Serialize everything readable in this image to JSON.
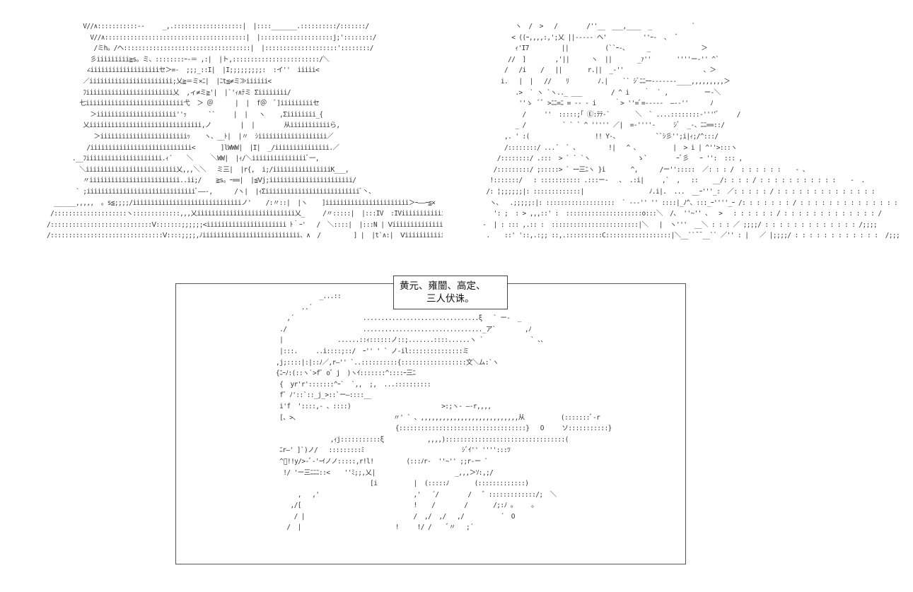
{
  "caption": {
    "line1": "黄元、雍闓、高定、",
    "line2": "三人伏诛。"
  },
  "art": {
    "left": "          V//∧:::::::::::--     _,.:::::::::::::::::::|  |::::_______.::::::::::/:::::::/\n            V//∧:::::::::::::::::::::::::::::::::::::::|  |::::::::::::::::::::j;'::::::::/\n             /ミh。/ヘ:::::::::::::::::::::::::::::::::::|  |::::::::::::::::::::'::::::::/\n            彡iiiiiiiii≧s。ミ、::::::::ｰ‐＝ ,:|  |ト,::::::::::::::::::::::::/＼\n           ∠iiiiiiiiiiiiiiiiiiiセ＞=‐  ;;;_::I|  |I;;;;;;;;;:  :イ''  iiiii<\n          ／iiiiiiiiiiiiiiiiiiiiiii;乂≧＝ミ×ﾆ|  |ﾆt≦≠ミ≫iiiiii<\n          ﾌiiiiiiiiiiiiiiiiiiiiiiii乂  ,ィ≠ミ≧'|  |`'ｨ∧ﾃミ Σiiiiiiii/\n         七iiiiiiiiiiiiiiiiiiiiiiiiiii弋  ＞ ＠      |  |  f＠  ﾞ]iiiiiiiiiセ\n            ＞iiiiiiiiiiiiiiiiiiiiii''ｯ      ``     |  |   ヽ    ,Σiiiiiiii_{\n          乂iiiiiiiiiiiiiiiiiiiiiiiiiiiiiii,ノ        |  |        从iiiiiiiiiiiら,\n             ＞iiiiiiiiiiiiiiiiiiiiiiiiｯ    ヽ、__ﾄ|  |〃  ｼiiiiiiiiiiiiiiiiiii／\n           /iiiiiiiiiiiiiiiiiiiiiiiiiiii<       ]lWWW|  |I|  _/iiiiiiiiiiiiiii.／\n       .__ﾌiiiiiiiiiiiiiiiiiiiii.ｨ´    ＼     ＼WW|  |ｨ/＼iiiiiiiiiiiiiiiﾞ一,\n         ＼iiiiiiiiiiiiiiiiiiiiiiiii乂,,,＼＼   ミ三|  |r{,  i;/iiiiiiiiiiiiiiiiK___,\n          〃iiiiiiiiiiiiiiiiiiiiiiiii..ii;/    ≧s。ｰ==|  |≦Ⅴj;iiiiiiiiiiiiiiiiiiiiiii/\n        ` ;iiiiiiiiiiiiiiiiiiiiiiiiiiiiiiﾞ――-,      /ヽ|  |ｨΣiiiiiiiiiiiiiiiiiiiiiiiiiiﾞ丶、\n  ______,,,,,  。s≦;;;;/iiiiiiiiiiiiiiiiiiiiiiiiiiiiiiノ'    /:〃::|  |ヽ    ]iiiiiiiiiiiiiiiiiiiiiii＞ｰ――ｰ≦×\n /::::::::::::::::::::ヽ:::::::::::::,,,乂iiiiiiiiiiiiiiiiiiiiiiiiiii乂_     /〃:::::|  |:::IV  :IViiiiiiiiiiiiiiiiiiiiiiiiii<:::;::::::::::::::∧\n/::::::::::::::::::::::::::::Ⅴ:::::::;;;;;;<iiiiiiiiiiiiiiiiiiiiii ﾄ｀ｰ'   /  ＼::::|  |:::N | Ⅴiiiiiiiiiiiiiiiiiiiiiiiiiiiii{::::,'::::::::::::::::∧\n/:::::::::::::::::::::::::::::::Ⅴ::::;;;;,ﾉiiiiiiiiiiiiiiiiiiiiiiiiiii、∧  /         ] |  |t`∧:|  Ⅴiiiiiiiiiiiiiiiiiii",
    "right": "           ヽ  /  >   /        /''__  ___,____  _           ` \n          < ((ｰ,,,,:,';乂 ||----- ヘ'          ''ｰ-  、  ﾞ\n           ｨ'I7         ||          (``ｰ-、     _              ＞\n         //  ]        ,'||      ヽ  ||       _ｧ''       ''''ー-'' ^` \n        /   /i    /   ||       r.||  _-''                      、＞\n       i.   |  |   //    ﾘ        ﾉ.|    `` ｼﾞﾆﾆｰｰ-------____,,,,,,,,,＞\n           .>  ` ヽ `ヽ.._ ___        / ^ i    ｀  ` ,          ー-＼\n            ''ゝ  ﾞﾞ >ﾆﾆ=ﾆ = -- - i     ｀> ''=ﾞ=-----  ―--''      ﾉ\n             /     ''  :::::;｢ Ⓔ:ﾃﾃ-`       ＼  ` ....::::::::-''''ﾞ     /\n           _ /          ` ` ` ^ ''''' ／|  =-''''-     ｼﾞ  _-、ﾆﾆ==::/\n        ,. ' :(                  !! Y-、          ``ｼ彡'';i|ｨ;/^:::/\n        /::::::::/ ...´  ` 、        !|   ^ ､          |  > i | ^''>:::ヽ\n      /::::::::/ .:::  > ` ` `ヽ             ゝ`        ｰﾞ彡   ｰ '':  ::: ,\n     /:::::::::/ ;:::::> ` ｰｰ三ﾆヽ }i       ^,      /ー'':::::  ／: : : /  : : : : : :    - 、\n    !:::::::/   : ::::::::::: .:::ー-   ､  .:i|     ,`  ,   ::    __/: : : : / : : : : : : : : : : :    -  .\n   /: ¦;;;;;;|: :::::::::::::|                  ﾉ.i|.  ...  __ｰ'''_:  ／: : : : : / : : : : : : : : : : : : : :\n    ヽ、  .;;;;;:|: :::::::::::::::::::  ` ---'' '' ::::|_ﾉ^、:::_ｰ''''_ｰ /: : : : : : : / : : : : : : : : : : : : : :\n     ': ;  : > ,,,::' :  :::::::::::::::::::::o:::＼  /、 ''~'' 、  >   : : : : : : / : : : : : : : : : : : : : /\n  -  | : ::: ,.:: :  ::::::::::::::::::::::::|＼   |  ヽ'''  __＼ : : : ／ ;;;;/ : : : : : : : : : : : : : /;;;;\n   .    ::' '::,.:;; ::,.::::::::::C::::::::::::::::::|＼__``¯¯__`` ／'' : |   ／ |;;;;/ : : : : : : : : : : : :  /;;;;",
    "bottom": "                                     _...::\n                                ..´\n                            ,´                   ................................ξ   ` ー-  _\n                          ./                     ................................._ア`        ,ﾉ\n                          |               ......::ｨ::::::ノ::;.......::::......ヽ `             ` 、、\n                          |:::.     ..i::::;::/  ｰ'' ' ` ノ-il:::::::::::::::ミ\n                         ,j;::::|:|::ﾉ／,r―'' `..::::::::::{::::::::::::::::::文＼ム:`ヽ\n                         {ﾆｰﾉ:(::ヽ`>f゜o゛j  )ヽｲ:::::::^::::ｰ三ﾆ\n                          {  yr'r':::::::^ｰ`  `,,  ;,  ...::::::::::\n                          f゛ﾉ'::`::_j_>::`ー―::::__\n                          i'f  '::::,- 、::::)                         >:;ヽ- ―-r,,,,\n                          [、>、                          〃' ` 、,,,,,,,,,,,,,,,,,,,,,,,,,,,从          (:::::::ﾞ-r\n                                                          {:::::::::::::::::::::::::::::::::::}   O     ソ:::::::::::}\n                                        ,ｨj:::::::::::ξ            ,,,,):::::::::::::::::::::::::::::::::( \n                          ﾆr―' ]`)ノ/   :::::::::ﾐ                           ｼﾞｲ'' '''':::ﾂ\n                          ^ﾞ!!y/>-ﾞ-'ｰｲノノ:::::,r!l!         (:::ﾉr-  ''~'' ;;r‐ー `\n                           !/ 'ー三ﾆﾆﾆ::<    ''ﾐ;;,乂|                      _,,,＞ｿ:,;/\n                                                   [i          |  (:::::ﾉ       (:::::::::::::)\n                               ,   ,'                          ,'   ´/        /   ゛:::::::::::::/;  ＼\n                             ,/[                               !    /        /       /;:ﾉ 。    。\n                              / |                              /  ,/  ,/   ,/          ´  O\n                            /  |                          !     !/ /    ﾞ〃   ;´"
  }
}
